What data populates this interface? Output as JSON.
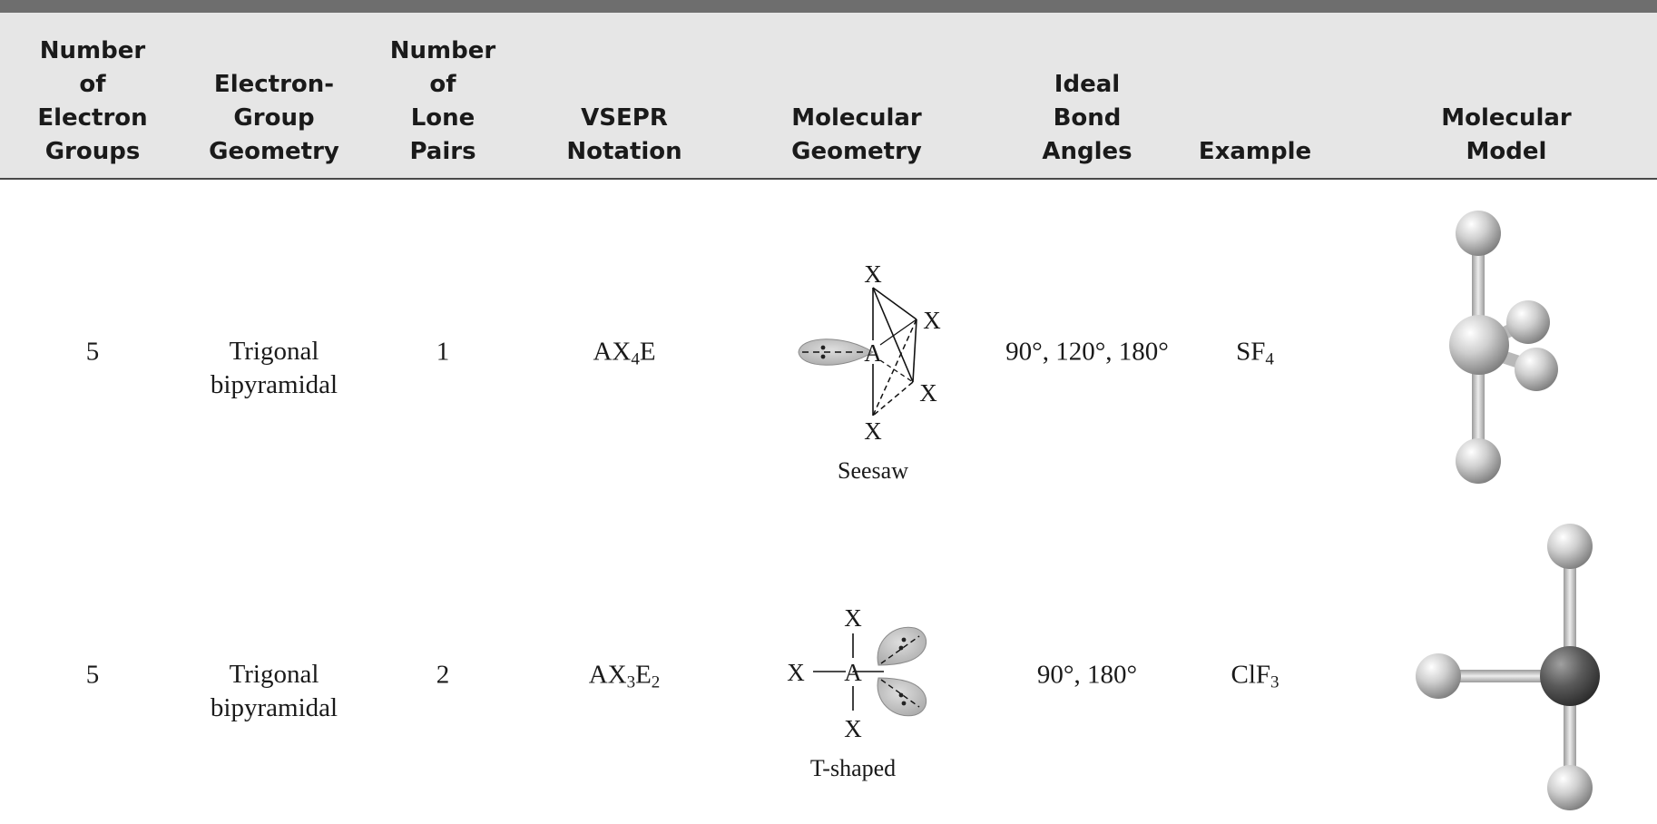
{
  "table": {
    "headers": [
      "Number\nof\nElectron\nGroups",
      "Electron-\nGroup\nGeometry",
      "Number\nof\nLone\nPairs",
      "VSEPR\nNotation",
      "Molecular\nGeometry",
      "Ideal\nBond\nAngles",
      "Example",
      "Molecular Model"
    ],
    "rows": [
      {
        "electron_groups": "5",
        "electron_geometry": "Trigonal\nbipyramidal",
        "lone_pairs": "1",
        "vsepr": {
          "base": "AX",
          "sub1": "4",
          "tail": "E",
          "sub2": ""
        },
        "geometry_label": "Seesaw",
        "bond_angles": "90°, 120°, 180°",
        "example": {
          "base": "SF",
          "sub": "4"
        }
      },
      {
        "electron_groups": "5",
        "electron_geometry": "Trigonal\nbipyramidal",
        "lone_pairs": "2",
        "vsepr": {
          "base": "AX",
          "sub1": "3",
          "tail": "E",
          "sub2": "2"
        },
        "geometry_label": "T-shaped",
        "bond_angles": "90°, 180°",
        "example": {
          "base": "ClF",
          "sub": "3"
        }
      }
    ],
    "diagram_atoms": {
      "central": "A",
      "ligand": "X"
    }
  },
  "colors": {
    "header_bg": "#e6e6e6",
    "top_bar": "#6e6e6e",
    "lone_pair_lobe": "#c8c8c8",
    "atom_light": "#c9c9c9",
    "atom_dark": "#555555"
  }
}
